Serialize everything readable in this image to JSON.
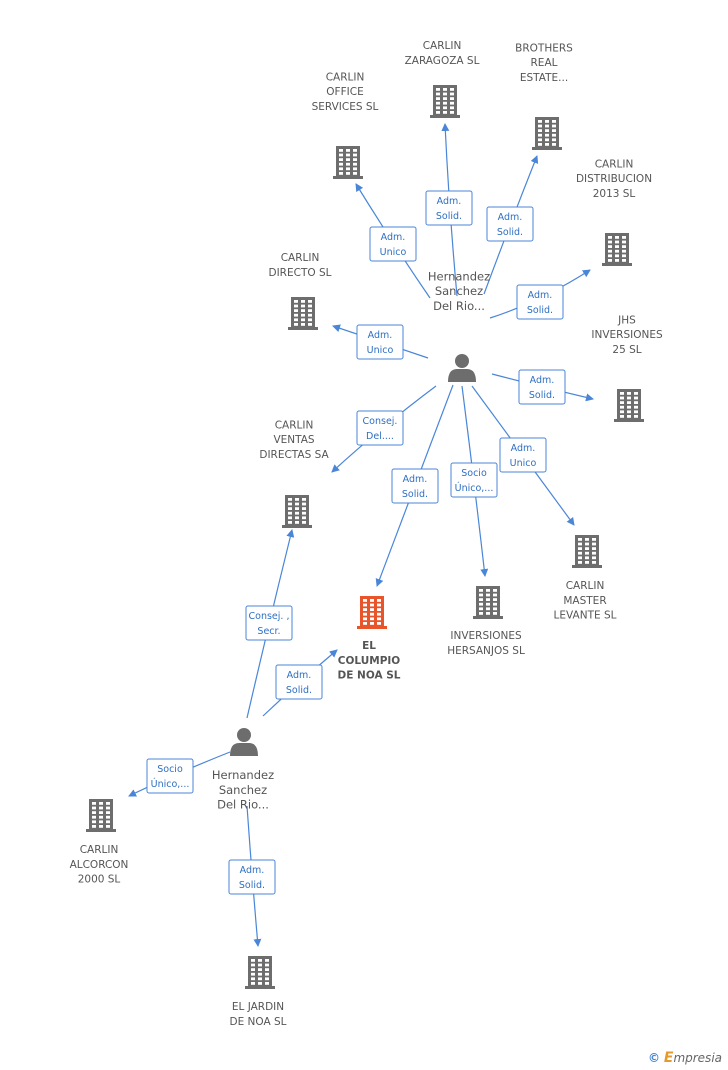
{
  "people": [
    {
      "id": "p1",
      "lines": [
        "Hernandez",
        "Sanchez",
        "Del Rio..."
      ]
    },
    {
      "id": "p2",
      "lines": [
        "Hernandez",
        "Sanchez",
        "Del Rio..."
      ]
    }
  ],
  "companies": [
    {
      "id": "zaragoza",
      "lines": [
        "CARLIN",
        "ZARAGOZA SL"
      ]
    },
    {
      "id": "brothers",
      "lines": [
        "BROTHERS",
        "REAL",
        "ESTATE..."
      ]
    },
    {
      "id": "office",
      "lines": [
        "CARLIN",
        "OFFICE",
        "SERVICES SL"
      ]
    },
    {
      "id": "distribucion",
      "lines": [
        "CARLIN",
        "DISTRIBUCION",
        "2013 SL"
      ]
    },
    {
      "id": "directo",
      "lines": [
        "CARLIN",
        "DIRECTO SL"
      ]
    },
    {
      "id": "jhs",
      "lines": [
        "JHS",
        "INVERSIONES",
        "25 SL"
      ]
    },
    {
      "id": "ventas",
      "lines": [
        "CARLIN",
        "VENTAS",
        "DIRECTAS SA"
      ]
    },
    {
      "id": "columpio",
      "lines": [
        "EL",
        "COLUMPIO",
        "DE NOA SL"
      ],
      "highlight": true
    },
    {
      "id": "hersanjos",
      "lines": [
        "INVERSIONES",
        "HERSANJOS SL"
      ]
    },
    {
      "id": "master",
      "lines": [
        "CARLIN",
        "MASTER",
        "LEVANTE SL"
      ]
    },
    {
      "id": "alcorcon",
      "lines": [
        "CARLIN",
        "ALCORCON",
        "2000 SL"
      ]
    },
    {
      "id": "jardin",
      "lines": [
        "EL JARDIN",
        "DE NOA SL"
      ]
    }
  ],
  "relations": [
    {
      "from": "p1",
      "to": "zaragoza",
      "lines": [
        "Adm.",
        "Solid."
      ]
    },
    {
      "from": "p1",
      "to": "brothers",
      "lines": [
        "Adm.",
        "Solid."
      ]
    },
    {
      "from": "p1",
      "to": "office",
      "lines": [
        "Adm.",
        "Unico"
      ]
    },
    {
      "from": "p1",
      "to": "distribucion",
      "lines": [
        "Adm.",
        "Solid."
      ]
    },
    {
      "from": "p1",
      "to": "directo",
      "lines": [
        "Adm.",
        "Unico"
      ]
    },
    {
      "from": "p1",
      "to": "jhs",
      "lines": [
        "Adm.",
        "Solid."
      ]
    },
    {
      "from": "p1",
      "to": "ventas",
      "lines": [
        "Consej.",
        "Del...."
      ]
    },
    {
      "from": "p1",
      "to": "columpio",
      "lines": [
        "Adm.",
        "Solid."
      ]
    },
    {
      "from": "p1",
      "to": "hersanjos",
      "lines": [
        "Socio",
        "Único,..."
      ]
    },
    {
      "from": "p1",
      "to": "master",
      "lines": [
        "Adm.",
        "Unico"
      ]
    },
    {
      "from": "p2",
      "to": "ventas",
      "lines": [
        "Consej. ,",
        "Secr."
      ]
    },
    {
      "from": "p2",
      "to": "columpio",
      "lines": [
        "Adm.",
        "Solid."
      ]
    },
    {
      "from": "p2",
      "to": "alcorcon",
      "lines": [
        "Socio",
        "Único,..."
      ]
    },
    {
      "from": "p2",
      "to": "jardin",
      "lines": [
        "Adm.",
        "Solid."
      ]
    }
  ],
  "colors": {
    "edge": "#4a86d8",
    "building": "#6d6d6d",
    "highlight": "#e8552b",
    "person": "#6d6d6d"
  },
  "footer": {
    "copyright": "©",
    "brand_initial": "E",
    "brand_rest": "mpresia"
  }
}
